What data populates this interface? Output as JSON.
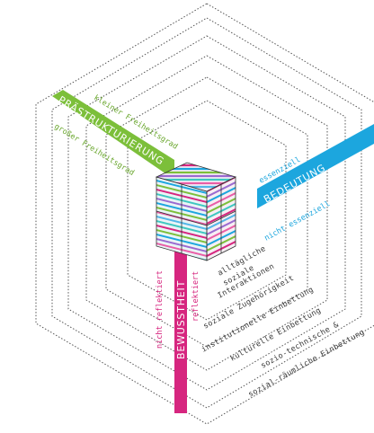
{
  "colors": {
    "green": "#7cbf3a",
    "blue": "#1ca6de",
    "pink": "#d6267f",
    "hexagon_stroke": "#555555"
  },
  "axes": {
    "green": {
      "title": "PRÄSTRUKTURIERUNG",
      "label_top": "kleiner Freiheitsgrad",
      "label_bottom": "großer Freiheitsgrad"
    },
    "blue": {
      "title": "BEDEUTUNG",
      "label_top": "essenziell",
      "label_bottom": "nicht essenziell"
    },
    "pink": {
      "title": "BEWUSSTHEIT",
      "label_left": "nicht reflektiert",
      "label_right": "reflektiert"
    }
  },
  "levels": [
    "alltägliche soziale Interaktionen",
    "soziale Zugehörigkeit",
    "institutionelle Einbettung",
    "kulturelle Einbettung",
    "sozio-technische &",
    "sozial-räumliche Einbettung"
  ],
  "level_lines": {
    "l1a": "alltägliche",
    "l1b": "soziale",
    "l1c": "Interaktionen"
  },
  "icons": [
    "cube-icon"
  ]
}
